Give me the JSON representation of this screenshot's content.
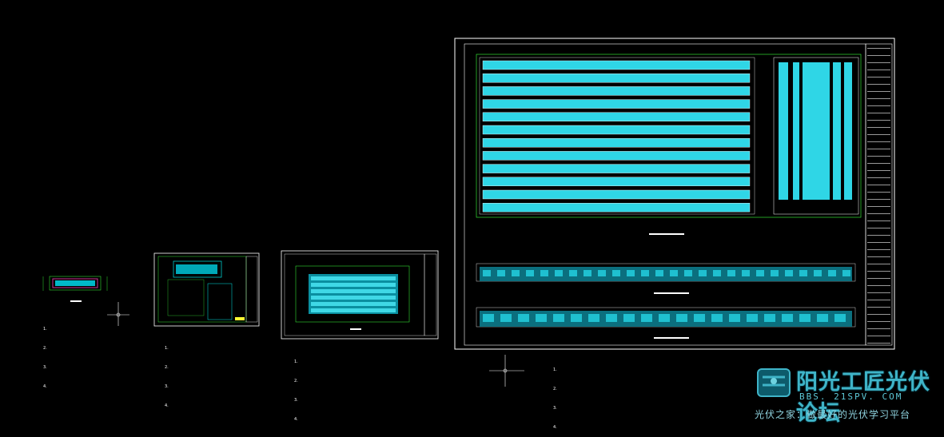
{
  "viewport": {
    "background": "#000000"
  },
  "colors": {
    "line": "#ffffff",
    "accent": "#00e5e5",
    "green": "#33dd33",
    "frame": "#ffffff",
    "highlight": "#cc3399",
    "yellow": "#ffff33"
  },
  "sheets": [
    {
      "id": "sheet-1",
      "notes": [
        "1.",
        "2.",
        "3.",
        "4."
      ]
    },
    {
      "id": "sheet-2",
      "notes": [
        "1.",
        "2.",
        "3.",
        "4."
      ]
    },
    {
      "id": "sheet-3",
      "notes": [
        "1.",
        "2.",
        "3.",
        "4."
      ]
    },
    {
      "id": "sheet-4",
      "notes": [
        "1.",
        "2.",
        "3.",
        "4."
      ]
    }
  ],
  "watermark": {
    "logo_text": "阳光工匠光伏论坛",
    "url": "BBS. 21SPV. COM",
    "slogan": "光伏之家：做最好的光伏学习平台"
  },
  "icons": [
    "ucs-axis-icon",
    "forum-logo-icon"
  ]
}
